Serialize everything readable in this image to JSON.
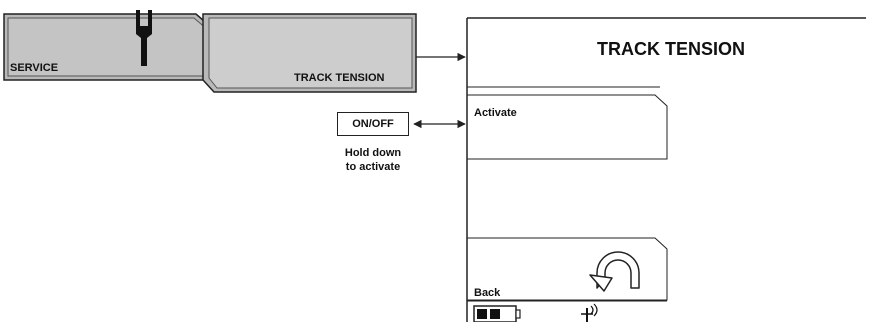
{
  "service_tab": {
    "label": "SERVICE",
    "icon": "wrench-icon"
  },
  "track_tension_tab": {
    "label": "TRACK TENSION"
  },
  "onoff_button": {
    "label": "ON/OFF"
  },
  "hold_caption": {
    "line1": "Hold down",
    "line2": "to activate"
  },
  "screen": {
    "title": "TRACK TENSION",
    "softkeys": [
      {
        "label": "Activate"
      },
      {
        "label": "Back",
        "icon": "undo-arrow-icon"
      }
    ],
    "status_bar": {
      "icons": [
        "battery-icon",
        "antenna-icon"
      ]
    }
  },
  "colors": {
    "tab_fill": "#b9b9b9",
    "tab_fill_light": "#cdcdcd",
    "ink": "#222222"
  }
}
